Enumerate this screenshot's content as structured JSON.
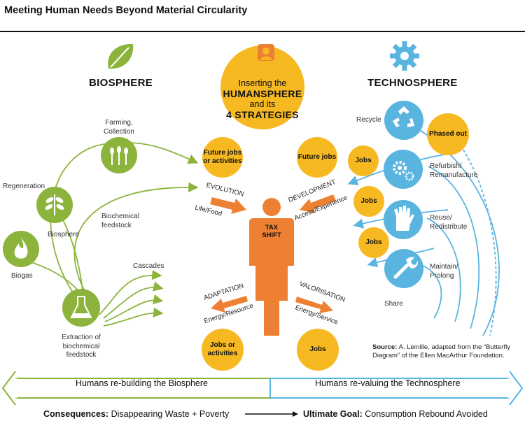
{
  "title": "Meeting Human Needs Beyond Material Circularity",
  "left_heading": "BIOSPHERE",
  "right_heading": "TECHNOSPHERE",
  "center": {
    "line1": "Inserting the",
    "line2": "HUMANSPHERE",
    "line3": "and its",
    "line4": "4 STRATEGIES"
  },
  "tax_shift": "TAX SHIFT",
  "biosphere_labels": {
    "farming": "Farming, Collection",
    "regeneration": "Regeneration",
    "biosphere": "Biosphere",
    "biochemical": "Biochemical feedstock",
    "biogas": "Biogas",
    "cascades": "Cascades",
    "extraction": "Extraction of biochemical feedstock"
  },
  "technosphere_labels": {
    "recycle": "Recycle",
    "phased_out": "Phased out",
    "refurbish": "Refurbish/ Remanufacture",
    "reuse": "Reuse/ Redistribute",
    "maintain": "Maintain/ Prolong",
    "share": "Share"
  },
  "jobs_circles": {
    "future_jobs_activities": "Future jobs or activities",
    "future_jobs": "Future jobs",
    "jobs_1": "Jobs",
    "jobs_2": "Jobs",
    "jobs_3": "Jobs",
    "jobs_or_activities": "Jobs or activities",
    "jobs_bottom": "Jobs"
  },
  "strategies": {
    "evolution": "EVOLUTION",
    "evolution_sub": "Life/Food",
    "development": "DEVELOPMENT",
    "development_sub": "Access/Experience",
    "adaptation": "ADAPTATION",
    "adaptation_sub": "Energy/Resource",
    "valorisation": "VALORISATION",
    "valorisation_sub": "Energy/Service"
  },
  "source": {
    "label": "Source:",
    "text": "A. Lemille, adapted from the “Butterfly Diagram” of the Ellen MacArthur Foundation."
  },
  "band": {
    "left": "Humans re-building the Biosphere",
    "right": "Humans re-valuing the Technosphere"
  },
  "bottom": {
    "consequences_label": "Consequences:",
    "consequences_text": "Disappearing Waste + Poverty",
    "goal_label": "Ultimate Goal:",
    "goal_text": "Consumption Rebound Avoided"
  },
  "colors": {
    "green": "#8cb43c",
    "blue": "#5ab4e0",
    "orange": "#ee8033",
    "yellow": "#f7b922"
  },
  "icons": {
    "biosphere": "leaf-icon",
    "technosphere": "gear-icon",
    "center": "person-icon",
    "farming": "wheat-icon",
    "biosphere_node": "plant-icon",
    "biogas": "flame-icon",
    "extraction": "flask-icon",
    "recycle": "recycle-icon",
    "refurbish": "gears-icon",
    "reuse": "glove-icon",
    "maintain": "wrench-icon"
  }
}
